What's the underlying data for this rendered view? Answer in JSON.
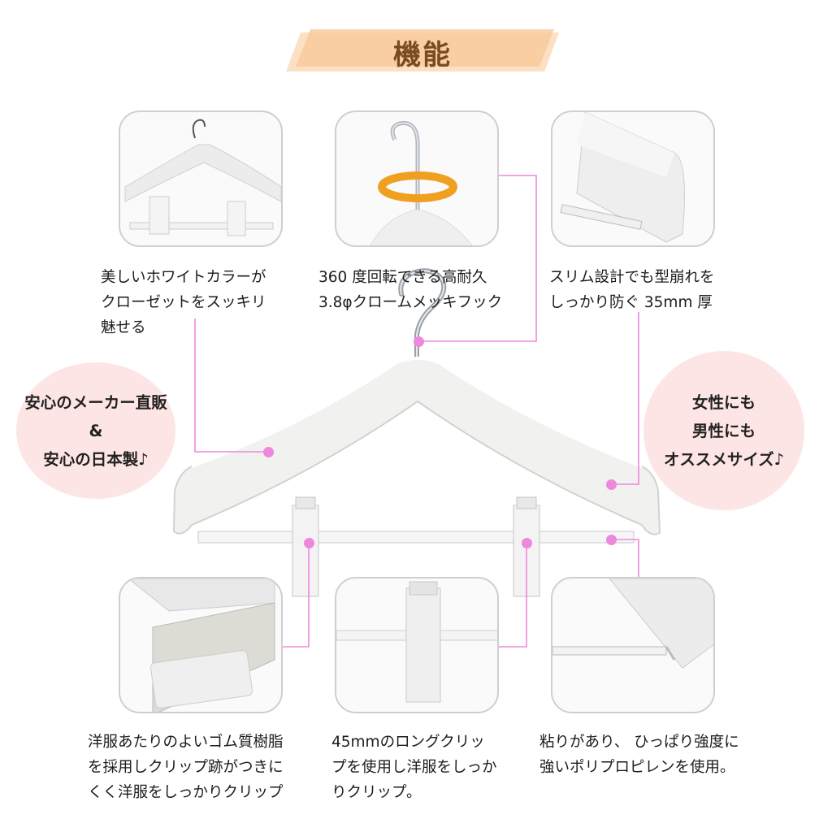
{
  "title": "機能",
  "captions": {
    "color": [
      "美しいホワイトカラーが",
      "クローゼットをスッキリ",
      "魅せる"
    ],
    "hook": [
      "360 度回転できる高耐久",
      "3.8φクロームメッキフック"
    ],
    "thickness": [
      "スリム設計でも型崩れを",
      "しっかり防ぐ 35mm 厚"
    ],
    "rubber": [
      "洋服あたりのよいゴム質樹脂",
      "を採用しクリップ跡がつきに",
      "くく洋服をしっかりクリップ"
    ],
    "clip": [
      "45mmのロングクリッ",
      "プを使用し洋服をしっか",
      "りクリップ。"
    ],
    "polypropylene": [
      "粘りがあり、 ひっぱり強度に",
      "強いポリプロピレンを使用。"
    ]
  },
  "bubbles": {
    "left": [
      "安心のメーカー直販",
      "&",
      "安心の日本製♪"
    ],
    "right": [
      "女性にも",
      "男性にも",
      "オススメサイズ♪"
    ]
  },
  "colors": {
    "accent_pink": "#ee88dd",
    "bubble_pink": "#fde5e5",
    "banner_orange": "#f9c99a",
    "title_brown": "#7a4a22",
    "rotation_arrow": "#f0a020"
  }
}
